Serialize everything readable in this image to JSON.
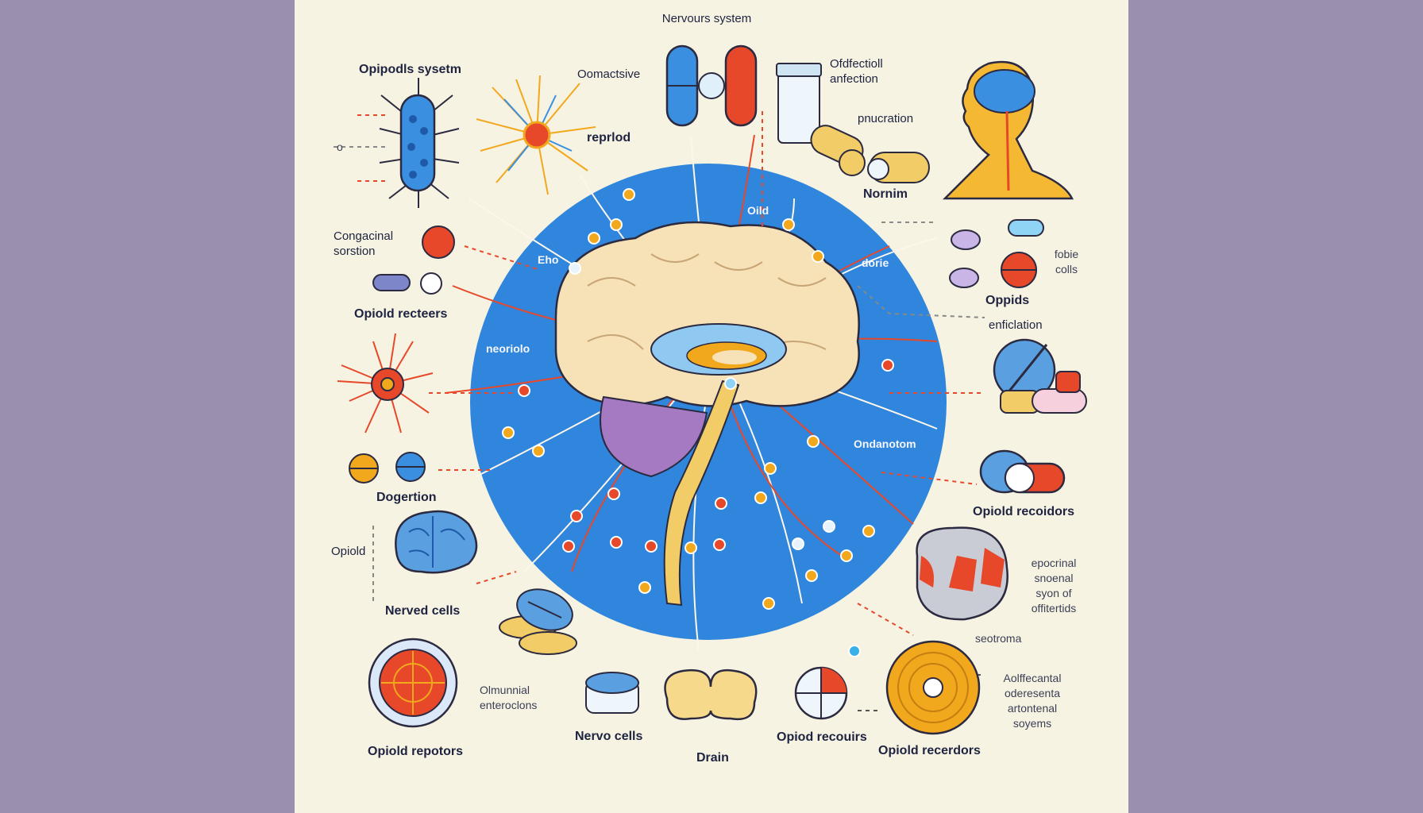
{
  "title": "Nervours system",
  "labels": {
    "opioids_system": "Opipodls sysetm",
    "oomactsive": "Oomactsive",
    "repriod": "reprlod",
    "ofdfectioll": "Ofdfectioll\nanfection",
    "pnucration": "pnucration",
    "nornim": "Nornim",
    "congacinal": "Congacinal\nsorstion",
    "opioid_receptors_left": "Opiold recteers",
    "fobe_cells": "fobie\ncolls",
    "opipds": "Oppids",
    "enficlation": "enficlation",
    "dogertion": "Dogertion",
    "opiold_left": "Opiold",
    "nerved_cells": "Nerved cells",
    "opiold_recoidors": "Opiold recoidors",
    "epocrinal": "epocrinal\nsnoenal\nsyon of\noffitertids",
    "seotroma": "seotroma",
    "olmunnial": "Olmunnial\nenteroclons",
    "opiold_repotors": "Opiold repotors",
    "nervo_cells": "Nervo cells",
    "drain": "Drain",
    "opiod_recouirs": "Opiod recouirs",
    "opiold_recerdors": "Opiold recerdors",
    "aolffecantal": "Aolffecantal\noderesenta\nartontenal\nsoyems",
    "small_o": "o"
  },
  "circle_labels": {
    "ehe": "Eho",
    "oild": "Oild",
    "dorie": "dorie",
    "neoriolo": "neoriolo",
    "ondanotom": "Ondanotom"
  },
  "colors": {
    "background": "#9b8fb0",
    "panel": "#f7f3e2",
    "circle": "#2f86dc",
    "brain": "#f6e2b6",
    "accent_red": "#e8482a",
    "accent_orange": "#f2a81d",
    "accent_blue": "#3a8fe0"
  },
  "icons": [
    "bacterium-icon",
    "neuron-icon",
    "capsule-icon",
    "pill-bottle-icon",
    "head-profile-icon",
    "brain-icon",
    "spinal-cord-icon",
    "pill-icon",
    "tablet-icon",
    "receptor-icon",
    "brain-cross-section-icon"
  ]
}
